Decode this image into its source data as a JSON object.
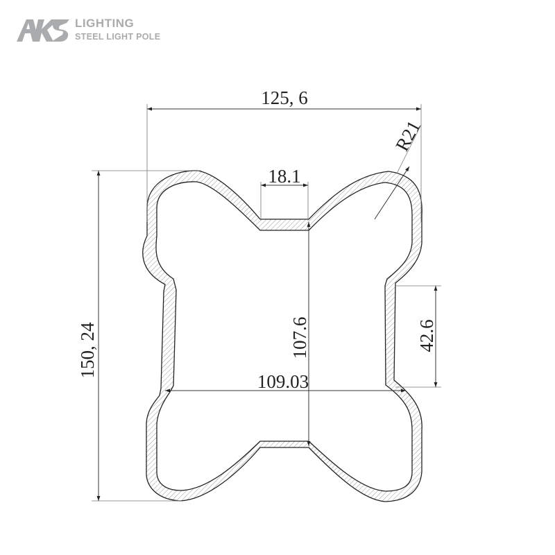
{
  "brand": {
    "logo_text": "AKS",
    "title": "LIGHTING",
    "subtitle": "STEEL LIGHT POLE",
    "color": "#a9abad"
  },
  "drawing": {
    "stroke_color": "#222222",
    "hatch_color": "#9a9a9a",
    "dimensions": {
      "overall_width": "125, 6",
      "overall_height": "150, 24",
      "corner_radius": "R21",
      "notch_width": "18.1",
      "notch_depth": "107.6",
      "waist_width": "109.03",
      "side_flat_height": "42.6"
    }
  }
}
